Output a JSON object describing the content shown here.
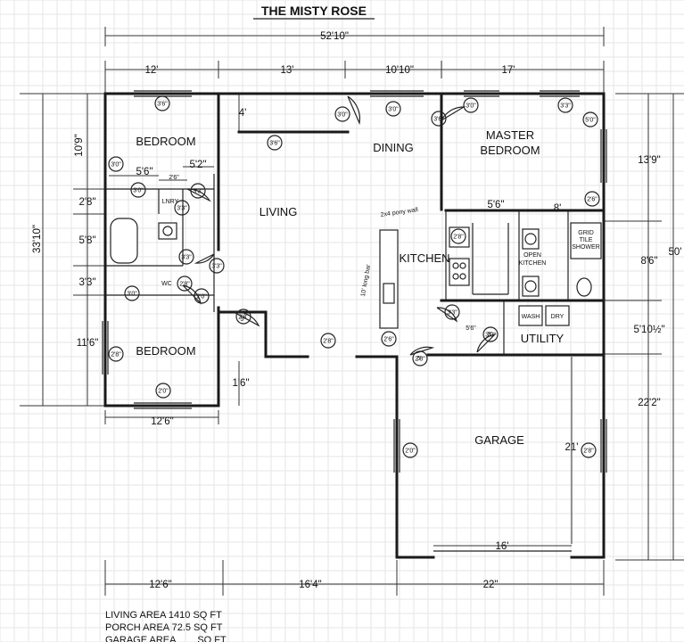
{
  "title": "THE MISTY ROSE",
  "rooms": {
    "bedroom_top": "BEDROOM",
    "bedroom_bottom": "BEDROOM",
    "living": "LIVING",
    "dining": "DINING",
    "master_line1": "MASTER",
    "master_line2": "BEDROOM",
    "kitchen": "KITCHEN",
    "utility": "UTILITY",
    "garage": "GARAGE",
    "lnry": "LNRY",
    "wc": "WC",
    "open_kitchen_line1": "OPEN",
    "open_kitchen_line2": "KITCHEN",
    "wash": "WASH",
    "dry": "DRY",
    "grid_shower_line1": "GRID",
    "grid_shower_line2": "TILE",
    "grid_shower_line3": "SHOWER",
    "pony_wall": "2x4 pony wall",
    "counter": "10' long bar"
  },
  "dimensions": {
    "overall_width": "52'10\"",
    "top_1": "12'",
    "top_2": "13'",
    "top_3": "10'10\"",
    "top_4": "17'",
    "bottom_1": "12'6\"",
    "bottom_2": "16'4\"",
    "bottom_3": "22\"",
    "left_overall": "33'10\"",
    "left_1": "10'9\"",
    "left_2": "2'8\"",
    "left_3": "5'8\"",
    "left_4": "3'3\"",
    "left_5": "11'6\"",
    "right_overall": "50'",
    "right_1": "13'9\"",
    "right_2": "8'6\"",
    "right_3": "5'10½\"",
    "right_4": "22'2\"",
    "bath_w1": "5'6\"",
    "bath_w2": "5'2\"",
    "bath_w3": "2'6\"",
    "bedroom_width": "12'6\"",
    "porch_depth": "1'6\"",
    "wall_4": "4'",
    "kitchen_5_6": "5'6\"",
    "kitchen_8": "8'",
    "kitchen_depth": "5'6\"",
    "garage_depth": "21'",
    "garage_door": "16'",
    "door_5a": "5'",
    "door_5b": "5'",
    "door_3": "3'"
  },
  "window_notes": [
    "3'6\"",
    "3'0\"",
    "3'0\"",
    "3'6\"",
    "3'0\"",
    "3'3\"",
    "5'0\"",
    "3'6\"",
    "3'0\"",
    "3'0\"",
    "3'3\"",
    "3'3\"",
    "3'3\"",
    "3'3\"",
    "3'0\"",
    "2'8\"",
    "2'0\"",
    "2'6\"",
    "2'8\"",
    "2'0\"",
    "2'8\"",
    "2'8\"",
    "2'6\"",
    "2'8\"",
    "3'0\"",
    "2'0\"",
    "2'8\"",
    "2'8\"",
    "3'3\""
  ],
  "areas": {
    "living": "LIVING AREA   1410 SQ FT",
    "porch": "PORCH AREA   72.5 SQ FT",
    "garage": "GARAGE AREA   ___ SQ FT"
  }
}
